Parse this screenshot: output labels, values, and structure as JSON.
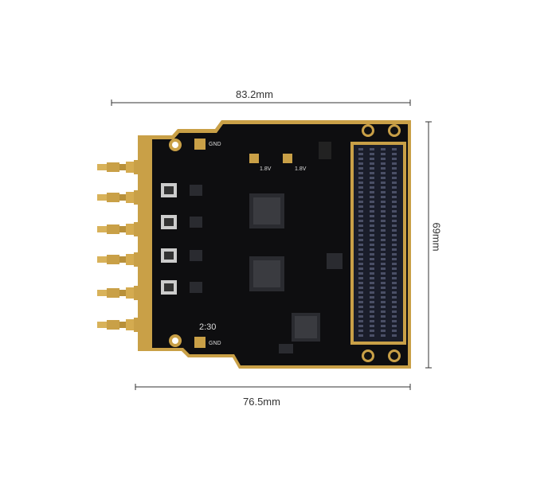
{
  "dimensions": {
    "top_width": "83.2mm",
    "height": "69mm",
    "bottom_width": "76.5mm"
  },
  "colors": {
    "pcb": "#0d0d0f",
    "gold": "#c9a047",
    "line": "#333333"
  },
  "board": {
    "silkscreen_labels": [
      "GND",
      "GND",
      "1.8V",
      "1.8V",
      "2:30"
    ]
  }
}
